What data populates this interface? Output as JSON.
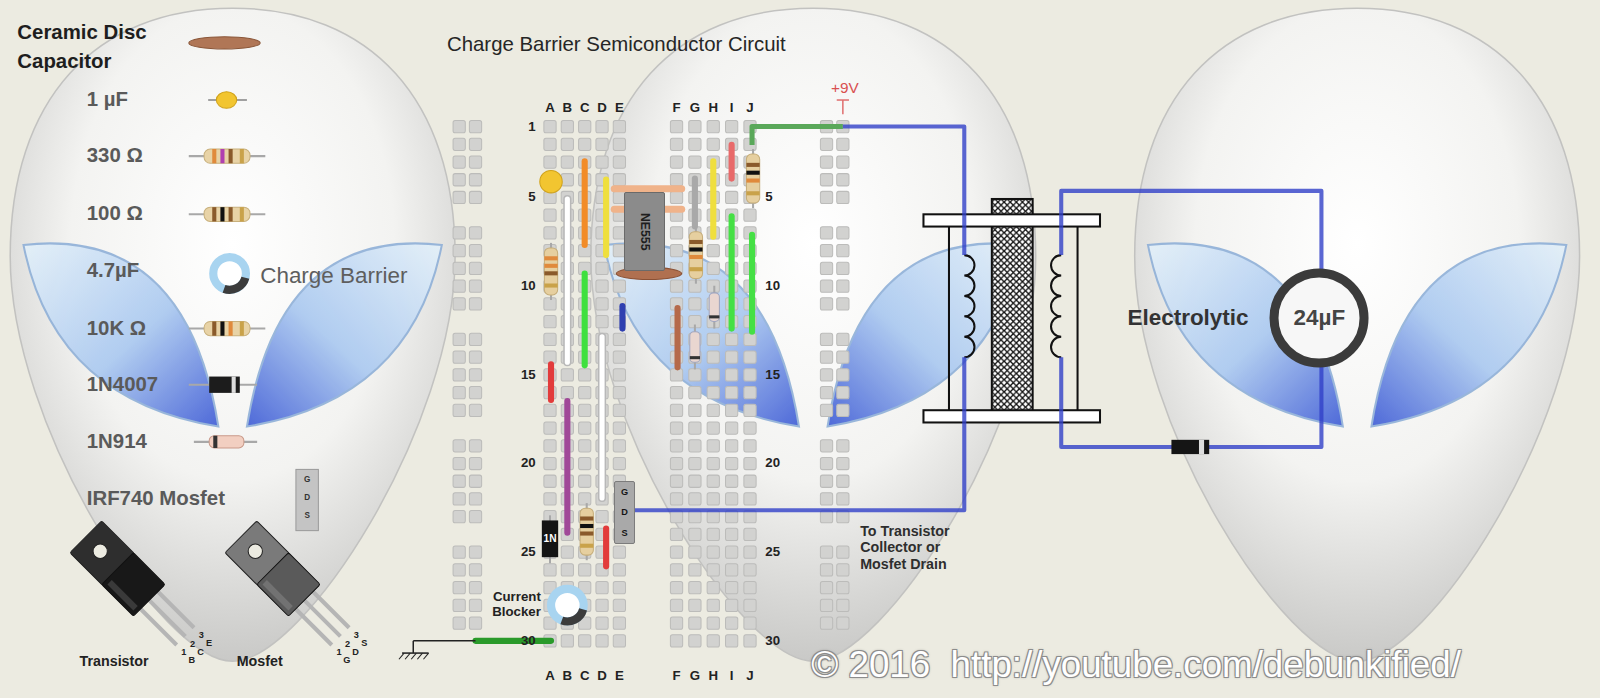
{
  "diagram": {
    "title": "Charge Barrier Semiconductor Circuit",
    "nodes": [
      {
        "text": [
          "NE555"
        ]
      },
      {
        "text": [
          "G",
          "D",
          "S"
        ]
      },
      {
        "text": [
          "24µF"
        ]
      }
    ],
    "labels": [
      "Charge Barrier",
      "G",
      "D",
      "S",
      "Transistor",
      "1",
      "2",
      "3",
      "B",
      "C",
      "E",
      "Mosfet",
      "1",
      "2",
      "3",
      "G",
      "D",
      "S",
      "A",
      "B",
      "C",
      "D",
      "E",
      "F",
      "G",
      "H",
      "I",
      "J",
      "A",
      "B",
      "C",
      "D",
      "E",
      "F",
      "G",
      "H",
      "I",
      "J",
      "1",
      "5",
      "10",
      "15",
      "20",
      "25",
      "30",
      "5",
      "10",
      "15",
      "20",
      "25",
      "30",
      "+9V",
      "1N",
      "Current Blocker",
      "To Transistor Collector or Mosfet Drain",
      "Electrolytic",
      "© 2016  http://youtube.com/debunkified/"
    ],
    "legend": [
      {
        "text": "Ceramic Disc Capacitor"
      },
      {
        "text": "1 µF"
      },
      {
        "text": "330 Ω"
      },
      {
        "text": "100 Ω"
      },
      {
        "text": "4.7µF"
      },
      {
        "text": "10K Ω"
      },
      {
        "text": "1N4007"
      },
      {
        "text": "1N914"
      },
      {
        "text": "IRF740 Mosfet"
      }
    ]
  }
}
